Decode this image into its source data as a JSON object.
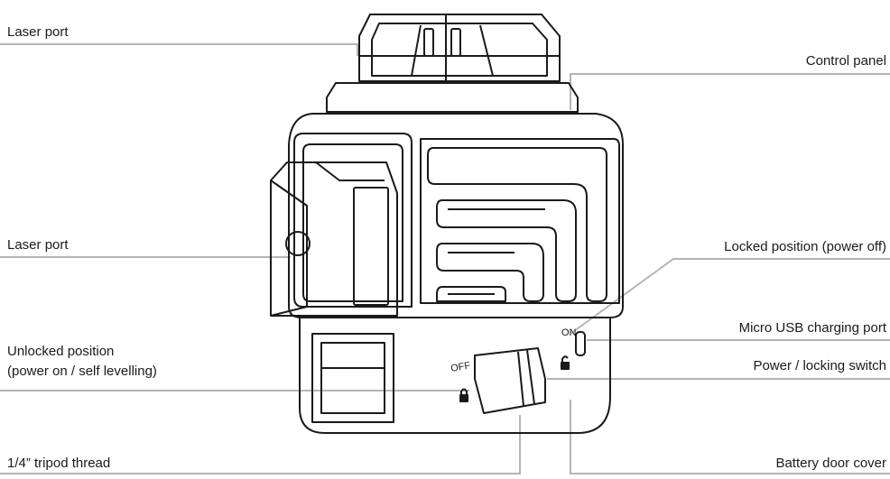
{
  "callouts": {
    "laser_port_top": "Laser port",
    "control_panel": "Control panel",
    "laser_port_side": "Laser port",
    "locked_position": "Locked position (power off)",
    "micro_usb": "Micro USB charging port",
    "unlocked_line1": "Unlocked position",
    "unlocked_line2": "(power on / self levelling)",
    "power_switch": "Power / locking switch",
    "tripod_thread": "1/4” tripod thread",
    "battery_door": "Battery door cover"
  },
  "device_markings": {
    "on": "ON",
    "off": "OFF"
  },
  "colors": {
    "outline": "#1a1a1a",
    "leader_line": "#b4b4b4",
    "background": "#ffffff"
  }
}
